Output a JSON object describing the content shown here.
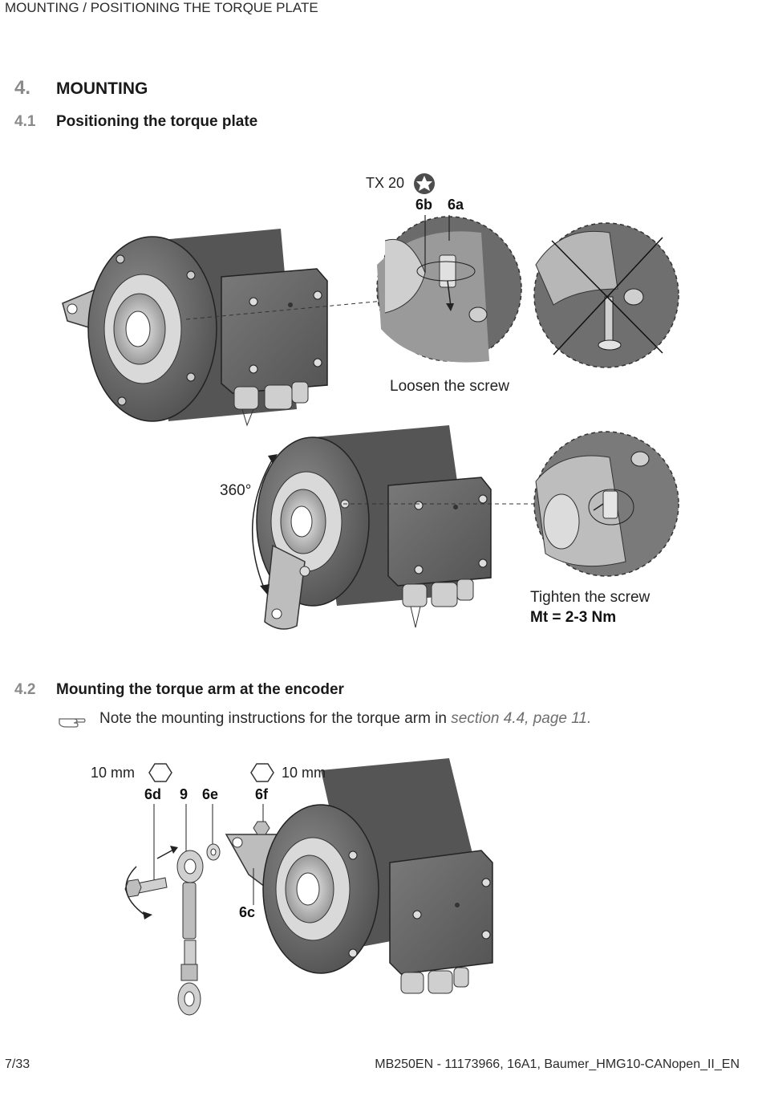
{
  "header": {
    "running_title": "MOUNTING / POSITIONING THE TORQUE PLATE"
  },
  "section": {
    "number": "4.",
    "title": "MOUNTING"
  },
  "subsection_1": {
    "number": "4.1",
    "title": "Positioning the torque plate"
  },
  "figure_1": {
    "tool_label": "TX 20",
    "part_labels": [
      "6b",
      "6a"
    ],
    "caption_loosen": "Loosen the screw",
    "rotation_label": "360°",
    "caption_tighten": "Tighten the screw",
    "torque_value": "Mt = 2-3 Nm"
  },
  "subsection_2": {
    "number": "4.2",
    "title": "Mounting the torque arm at the encoder"
  },
  "note": {
    "text": "Note the mounting instructions for the torque arm in ",
    "reference": "section 4.4, page 11."
  },
  "figure_2": {
    "wrench_left": "10 mm",
    "wrench_right": "10 mm",
    "part_labels": [
      "6d",
      "9",
      "6e",
      "6f",
      "6c"
    ]
  },
  "footer": {
    "page": "7/33",
    "doc_ref": "MB250EN - 11173966, 16A1, Baumer_HMG10-CANopen_II_EN"
  }
}
